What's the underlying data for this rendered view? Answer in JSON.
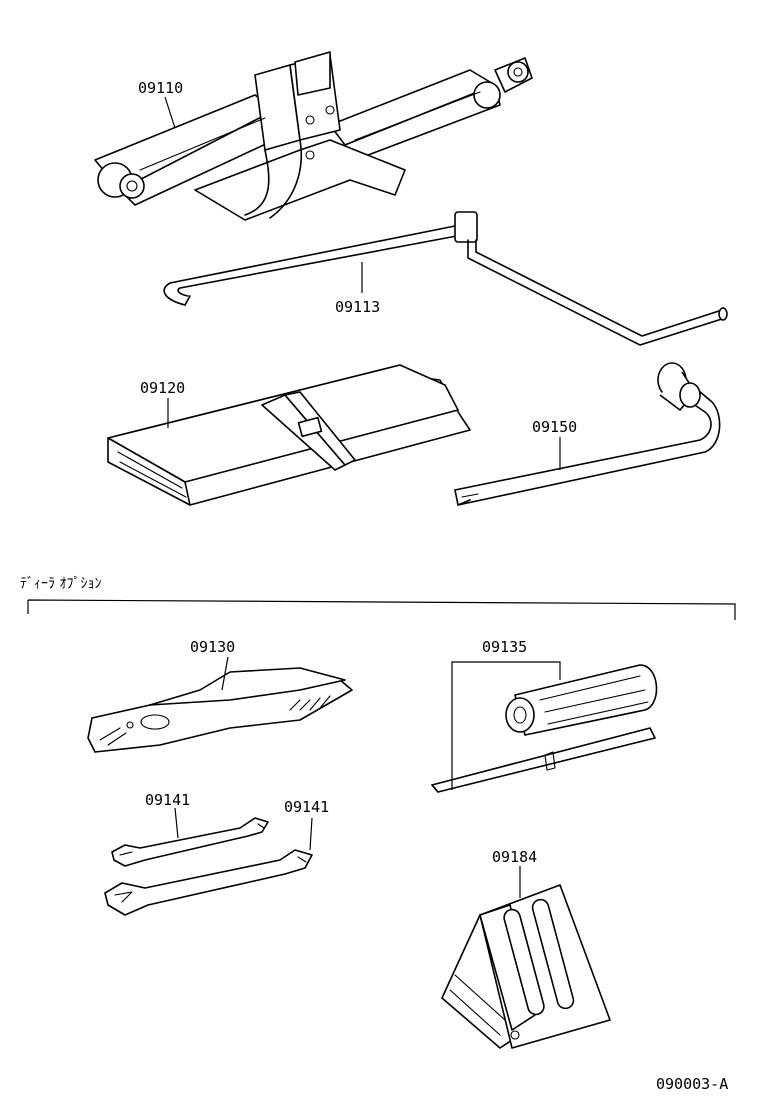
{
  "parts": {
    "jack": "09110",
    "jack_handle": "09113",
    "tool_bag": "09120",
    "wheel_nut_wrench": "09150",
    "pliers": "09130",
    "screwdriver": "09135",
    "wrench_small": "09141",
    "wrench_large": "09141",
    "wheel_chock": "09184"
  },
  "section": {
    "dealer_option_label": "ﾃﾞｨｰﾗ ｵﾌﾟｼｮﾝ"
  },
  "footer": {
    "figure_code": "090003-A"
  }
}
